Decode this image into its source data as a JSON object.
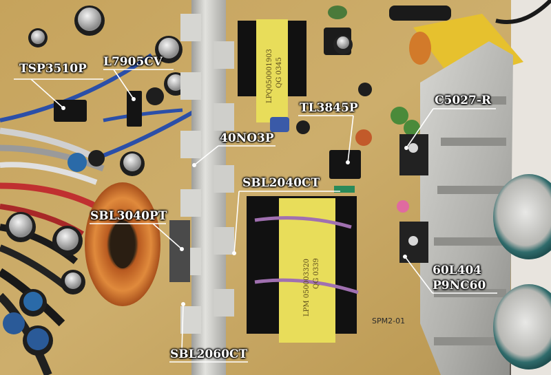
{
  "photo": {
    "component_labels": [
      {
        "id": "tsp3510p",
        "text": "TSP3510P"
      },
      {
        "id": "l7905cv",
        "text": "L7905CV"
      },
      {
        "id": "40no3p",
        "text": "40NO3P"
      },
      {
        "id": "tl3845p",
        "text": "TL3845P"
      },
      {
        "id": "c5027r",
        "text": "C5027-R"
      },
      {
        "id": "sbl2040ct",
        "text": "SBL2040CT"
      },
      {
        "id": "sbl3040pt",
        "text": "SBL3040PT"
      },
      {
        "id": "60l404",
        "text": "60L404"
      },
      {
        "id": "p9nc60",
        "text": "P9NC60"
      },
      {
        "id": "sbl2060ct",
        "text": "SBL2060CT"
      }
    ],
    "transformer_top_print": [
      "LPQ050001903",
      "QG 0345"
    ],
    "transformer_bottom_print": [
      "LPM 050003320",
      "QG 0339"
    ],
    "pcb_print": "SPM2-01",
    "colors": {
      "pcb": "#c9a865",
      "label_text": "#ffffff",
      "heatsink": "#c8c8c4",
      "transformer": "#e8dd5a",
      "toroid": "#c96a2a"
    }
  }
}
